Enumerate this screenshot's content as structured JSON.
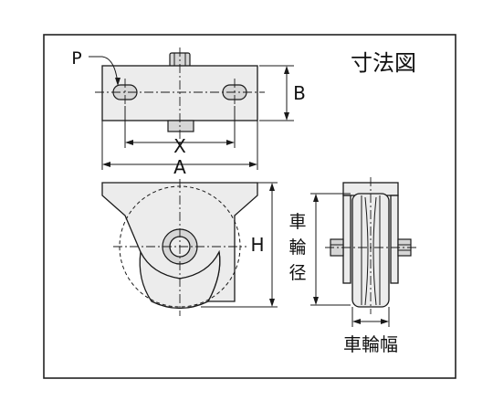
{
  "title": "寸法図",
  "labels": {
    "p": "P",
    "b": "B",
    "x": "X",
    "a": "A",
    "h": "H",
    "wheel_diameter": [
      "車",
      "輪",
      "径"
    ],
    "wheel_width": "車輪幅"
  }
}
